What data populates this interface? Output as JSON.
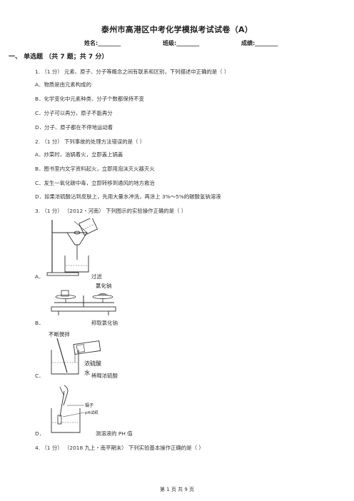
{
  "header": {
    "title": "泰州市高港区中考化学模拟考试试卷（A）",
    "name_label": "姓名:________",
    "class_label": "班级:________",
    "score_label": "成绩:________"
  },
  "section": {
    "title": "一、  单选题 （共 7 题；共 7 分）"
  },
  "questions": [
    {
      "stem": "1.  （1 分）  元素、原子、分子等概念之间有联系和区别，下列描述中正确的是（      ）",
      "options": [
        "A．物质是由元素构成的",
        "B．化学变化中元素种类、分子个数都保持不变",
        "C．分子可以再分，原子不能再分",
        "D．分子、原子都在不停地运动着"
      ]
    },
    {
      "stem": "2.  （1 分）  下列事故的处理方法错误的是（      ）",
      "options": [
        "A．炒菜时，油锅着火，立即盖上锅盖",
        "B．图书室内文字资料起火，立即用泡沫灭火器灭火",
        "C．发生一氧化碳中毒，立即转移到通风的地方救治",
        "D．如果浓硫酸沾到皮肤上，先用大量水冲洗，再涂上 3%～5%的碳酸氢钠溶液"
      ]
    },
    {
      "stem": "3.  （1 分）  （2012・河南） 下列图示的实验操作正确的是（      ）",
      "options": [
        {
          "letter": "A．",
          "caption": "过滤"
        },
        {
          "letter": "B．",
          "caption": "称取氯化钠"
        },
        {
          "letter": "C．",
          "caption": "稀释浓硫酸"
        },
        {
          "letter": "D．",
          "caption": "测溶液的 PH 值"
        }
      ],
      "figure_labels": {
        "b": "氯化钠",
        "c_top": "不断搅拌",
        "c_acid": "浓硫酸",
        "c_water": "水",
        "d_tweezer": "镊子",
        "d_paper": "pH试纸"
      }
    },
    {
      "stem": "4.  （1 分）  （2018 九上・南平期末） 下列实验基本操作正确的是（      ）"
    }
  ],
  "footer": "第  1  页  共  9  页"
}
